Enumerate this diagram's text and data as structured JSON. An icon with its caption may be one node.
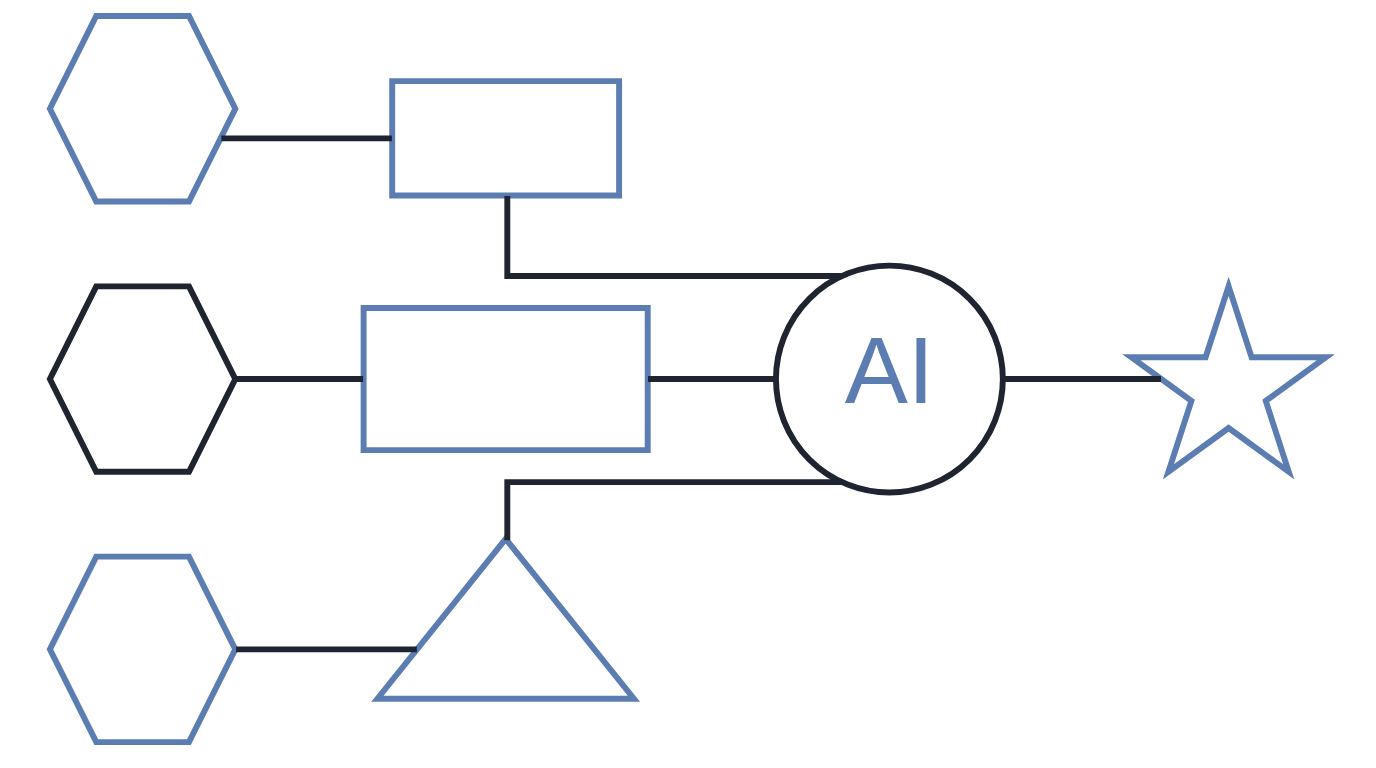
{
  "diagram": {
    "nodes": [
      {
        "text": [],
        "shape": "hexagon"
      },
      {
        "text": [],
        "shape": "bubble"
      },
      {
        "text": [],
        "shape": "hexagon"
      },
      {
        "text": [],
        "shape": "box"
      },
      {
        "text": [
          "AI"
        ]
      },
      {
        "text": [],
        "shape": "star"
      },
      {
        "text": [],
        "shape": "hexagon"
      },
      {
        "text": [],
        "shape": "triangle"
      }
    ],
    "edges": [
      {
        "from": 0,
        "to": 1,
        "arrow": "none"
      },
      {
        "from": 1,
        "to": 4,
        "arrow": "none"
      },
      {
        "from": 2,
        "to": 3,
        "arrow": "none"
      },
      {
        "from": 3,
        "to": 4,
        "arrow": "none"
      },
      {
        "from": 6,
        "to": 7,
        "arrow": "none"
      },
      {
        "from": 7,
        "to": 4,
        "arrow": "none"
      },
      {
        "from": 4,
        "to": 5,
        "arrow": "none"
      }
    ]
  }
}
